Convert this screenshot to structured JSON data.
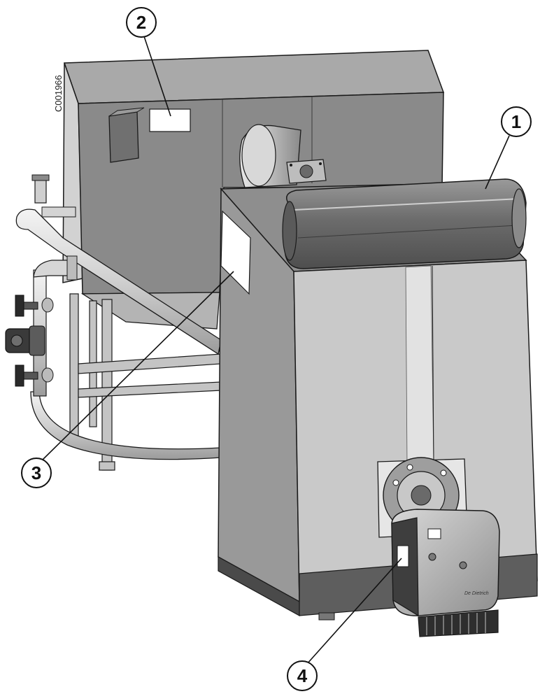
{
  "figure": {
    "reference_code": "C001966",
    "brand_mark": "De Dietrich",
    "callouts": [
      "1",
      "2",
      "3",
      "4"
    ]
  },
  "colors": {
    "panel_dark": "#7a7a7a",
    "panel_mid": "#9a9a9a",
    "panel_light": "#c8c8c8",
    "outline": "#1a1a1a",
    "pipe": "#d9d9d9",
    "label_white": "#ffffff"
  }
}
